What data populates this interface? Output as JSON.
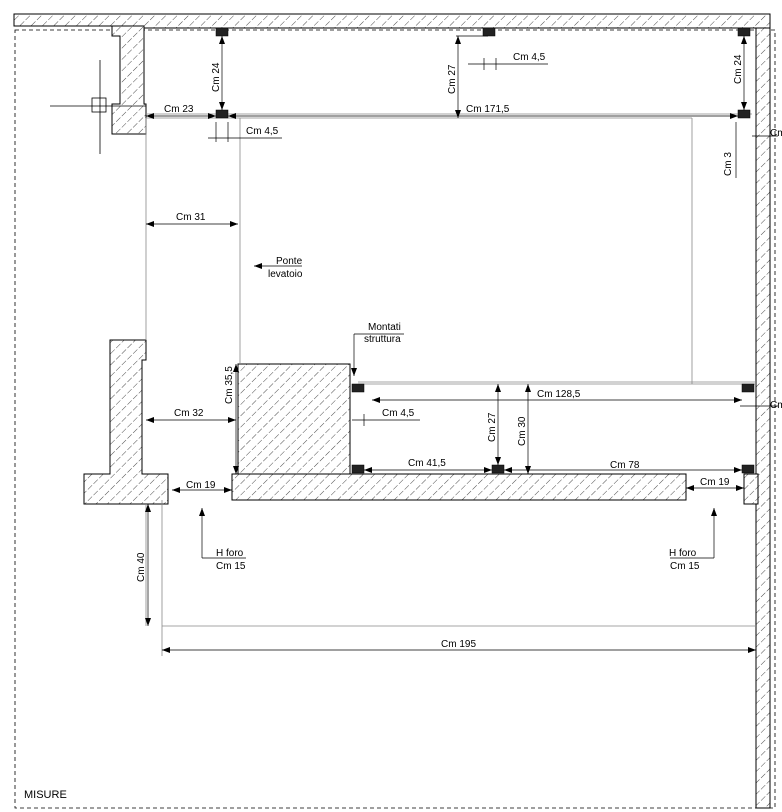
{
  "labels": {
    "top_post_height": "Cm 24",
    "top_gap": "Cm 27",
    "top_post_width": "Cm 4,5",
    "right_post_height": "Cm 24",
    "left_offset": "Cm 23",
    "top_span": "Cm 171,5",
    "post_width_left": "Cm 4,5",
    "right_cut": "Cm",
    "right_small": "Cm 3",
    "bridge_width": "Cm 31",
    "bridge_label_1": "Ponte",
    "bridge_label_2": "levatoio",
    "posts_label_1": "Montati",
    "posts_label_2": "struttura",
    "block_height": "Cm 35,5",
    "left_depth": "Cm 32",
    "mid_post_width": "Cm 4,5",
    "mid_span": "Cm 128,5",
    "mid_gap": "Cm 27",
    "mid_height": "Cm 30",
    "right_cut_2": "Cm",
    "lower_span_left": "Cm 41,5",
    "lower_span_right": "Cm 78",
    "left_hole": "Cm 19",
    "right_hole": "Cm 19",
    "hole_left_1": "H foro",
    "hole_left_2": "Cm 15",
    "hole_right_1": "H foro",
    "hole_right_2": "Cm 15",
    "left_height": "Cm 40",
    "total_width": "Cm 195",
    "sheet_title": "MISURE"
  }
}
